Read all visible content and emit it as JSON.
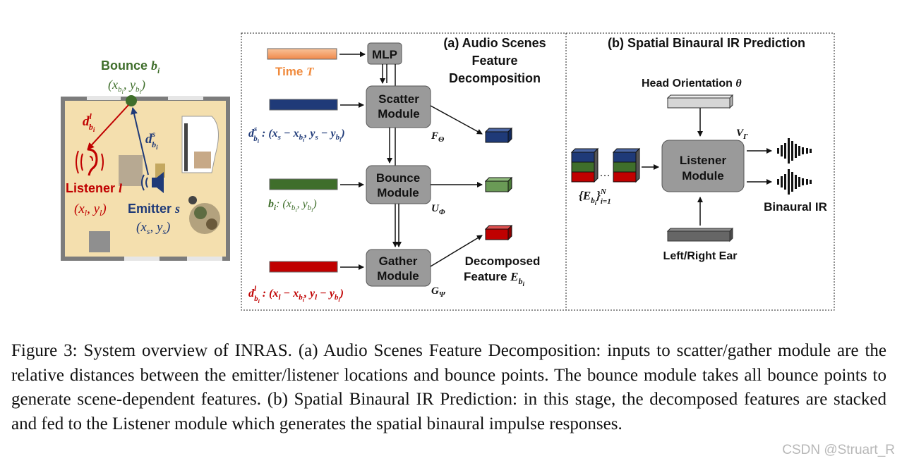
{
  "room": {
    "bounce_label": "Bounce",
    "bounce_symbol": "b",
    "bounce_sub": "i",
    "bounce_coord": "(x_bi, y_bi)",
    "listener_label": "Listener",
    "listener_symbol": "l",
    "listener_coord": "(x_l, y_l)",
    "emitter_label": "Emitter",
    "emitter_symbol": "s",
    "emitter_coord": "(x_s, y_s)",
    "d_listener": "d^l_bi",
    "d_emitter": "d^s_bi"
  },
  "panel_a": {
    "title_lines": [
      "(a) Audio Scenes",
      "Feature",
      "Decomposition"
    ],
    "time_label": "Time",
    "time_symbol": "T",
    "mlp_label": "MLP",
    "scatter_lines": [
      "Scatter",
      "Module"
    ],
    "bounce_lines": [
      "Bounce",
      "Module"
    ],
    "gather_lines": [
      "Gather",
      "Module"
    ],
    "f_theta": "F_Θ",
    "u_phi": "U_Φ",
    "g_psi": "G_Ψ",
    "scatter_input": "d^s_bi : (x_s − x_bi, y_s − y_bi)",
    "bounce_input": "b_i: (x_bi, y_bi)",
    "gather_input": "d^l_bi : (x_l − x_bi, y_l − y_bi)",
    "decomposed_lines": [
      "Decomposed",
      "Feature E_bi"
    ]
  },
  "panel_b": {
    "title": "(b) Spatial Binaural IR Prediction",
    "head_orientation": "Head Orientation θ",
    "listener_lines": [
      "Listener",
      "Module"
    ],
    "v_gamma": "V_Γ",
    "stack_label": "{E_bi}^N_i=1",
    "binaural_ir": "Binaural IR",
    "left_right_ear": "Left/Right Ear"
  },
  "caption": "Figure 3: System overview of INRAS. (a) Audio Scenes Feature Decomposition: inputs to scatter/gather module are the relative distances between the emitter/listener locations and bounce points. The bounce module takes all bounce points to generate scene-dependent features. (b) Spatial Binaural IR Prediction: in this stage, the decomposed features are stacked and fed to the Listener module which generates the spatial binaural impulse responses.",
  "watermark": "CSDN @Struart_R",
  "colors": {
    "orange": "#f6a56b",
    "navy": "#1f3a78",
    "green": "#3f6e2b",
    "red": "#c00000",
    "gray_box": "#9a9a9a",
    "room_floor": "#f4dfae"
  }
}
